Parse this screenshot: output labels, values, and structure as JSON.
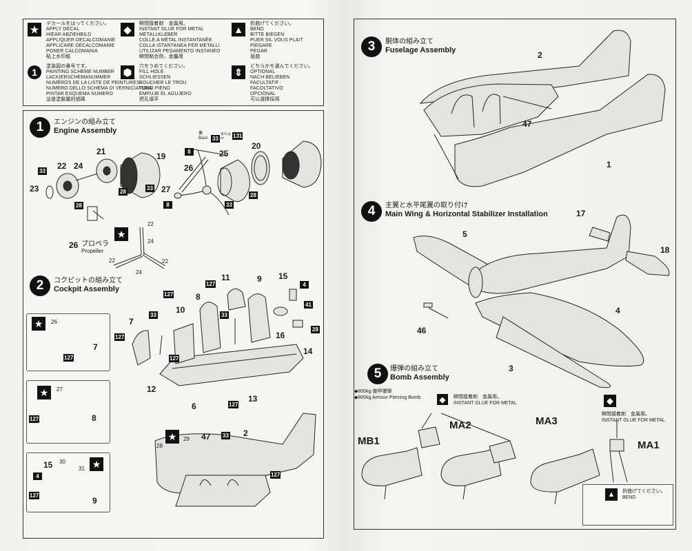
{
  "legend": [
    {
      "icon": "star-icon",
      "glyph": "★",
      "text": "デカールをはってください。\nAPPLY DECAL\nHIEAR ABZIEHBILD\nAPPLIQUER DECALCOMANIE\nAPPLICARE DECALCOMANIE\nPONER CALCOMANIA\n貼上水印紙"
    },
    {
      "icon": "glue-icon",
      "glyph": "◆",
      "text": "瞬間接着剤　金属用。\nINSTANT GLUE FOR METAL\nMETALLKLEBER\nCOLLE A MÉTAL INSTANTANÉE\nCOLLA ISTANTANEA PER METALLI\nUTILIZAR PEGAMENTO INSTANEO\n瞬間粘合劑，金屬用"
    },
    {
      "icon": "bend-icon",
      "glyph": "▲",
      "text": "折曲げてください。\nBEND\nBITTE BIEGEN\nPUER SIL VOUS PLAIT\nPIEGARE\nPEGAR\n屈曲"
    },
    {
      "icon": "painting-number-icon",
      "glyph": "1",
      "text": "塗装図の番号です。\nPAINTING SCHEME NUMBER\nLACKIERSCHEMANUMMER\nNUMÉROS DE LA LISTE DE PEINTURES\nNUMERO DELLO SCHEMA DI VERNICIATURA\nPINTAR ESQUEMA NUMERO\n這是塗裝圖的號碼"
    },
    {
      "icon": "drill-icon",
      "glyph": "⬢",
      "text": "穴をうめてください。\nFILL HOLE\nSCHLIESSEN\nBOUCHER LE TROU\nFORO PIENO\nEMPUJE EL AGUJERO\n把孔填平"
    },
    {
      "icon": "optional-icon",
      "glyph": "⇕",
      "text": "どちらかを選んでください。\nOPTIONAL\nNACH BELIEBEN\nFACULTATIF\nFACOLTATIVO\nOPCIONAL\n可以選擇採用"
    }
  ],
  "steps": {
    "s1": {
      "num": "1",
      "jp": "エンジンの組み立て",
      "en": "Engine Assembly"
    },
    "s2": {
      "num": "2",
      "jp": "コクピットの組み立て",
      "en": "Cockpit Assembly"
    },
    "s3": {
      "num": "3",
      "jp": "胴体の組み立て",
      "en": "Fuselage Assembly"
    },
    "s4": {
      "num": "4",
      "jp": "主翼と水平尾翼の取り付け",
      "en": "Main Wing & Horizontal Stabilizer Installation"
    },
    "s5": {
      "num": "5",
      "jp": "爆弾の組み立て",
      "en": "Bomb Assembly"
    }
  },
  "engine": {
    "parts": [
      "19",
      "20",
      "21",
      "22",
      "23",
      "24",
      "25",
      "26",
      "27",
      "8",
      "8"
    ],
    "tags": [
      "33",
      "28",
      "28",
      "33",
      "33",
      "33",
      "131",
      "28"
    ],
    "back_label": "裏\nBack",
    "or_label": "または\nor",
    "propeller_jp": "プロペラ",
    "propeller_en": "Propeller",
    "prop_num": "26",
    "prop_decals": [
      "22",
      "24",
      "22",
      "24",
      "22"
    ]
  },
  "cockpit": {
    "parts": [
      "7",
      "10",
      "8",
      "11",
      "9",
      "15",
      "16",
      "14",
      "12",
      "6",
      "13"
    ],
    "tags": [
      "127",
      "127",
      "127",
      "33",
      "33",
      "127",
      "4",
      "41",
      "28",
      "127"
    ],
    "inset1": {
      "decal": "26",
      "part": "7",
      "tag": "127"
    },
    "inset2": {
      "decal": "27",
      "part": "8",
      "tag": "127"
    },
    "inset3": {
      "decal1": "15",
      "decal2": "30",
      "decal3": "31",
      "part": "9",
      "tag1": "4",
      "tag2": "127"
    },
    "fuselage_parts": [
      "29",
      "47",
      "33",
      "2",
      "28",
      "127"
    ]
  },
  "fuselage": {
    "parts": [
      "2",
      "47",
      "1"
    ]
  },
  "wing": {
    "parts": [
      "17",
      "5",
      "18",
      "4",
      "46",
      "3"
    ]
  },
  "bomb": {
    "note1": "◆800kg 徹甲爆弾",
    "note2": "◆800kg Armour Piercing Bomb",
    "glue_jp": "瞬間接着剤　金属用。",
    "glue_en": "INSTANT GLUE FOR METAL",
    "parts": [
      "MB1",
      "MA2",
      "MA3",
      "MA1"
    ],
    "bend_jp": "折曲げてください。",
    "bend_en": "BEND"
  }
}
